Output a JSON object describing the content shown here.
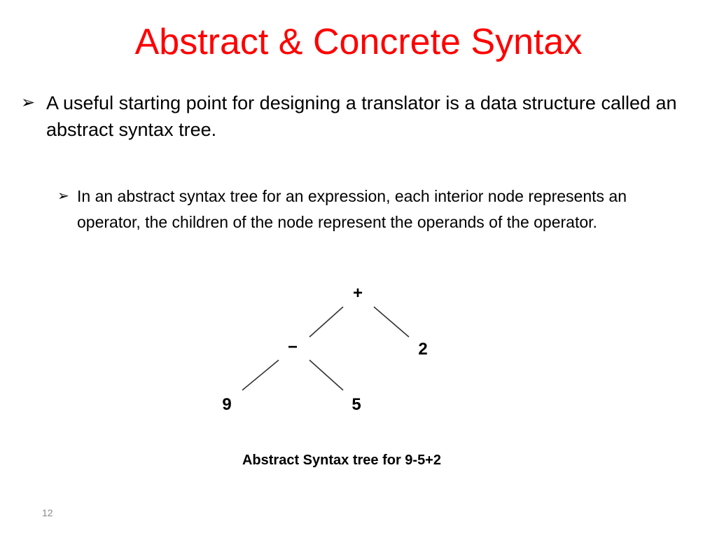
{
  "slide": {
    "title": "Abstract & Concrete Syntax",
    "bullets": [
      {
        "marker": "➢",
        "text": "A useful starting point for designing a translator is a data structure called an abstract syntax tree."
      },
      {
        "marker": "➢",
        "text": "In an abstract syntax tree for an expression, each interior node represents an operator, the children of the node represent the operands of the operator."
      }
    ],
    "tree": {
      "nodes": {
        "root": "+",
        "minus": "−",
        "right_leaf": "2",
        "left_leaf": "9",
        "mid_leaf": "5"
      }
    },
    "caption": "Abstract Syntax tree for 9-5+2",
    "page_number": "12"
  },
  "colors": {
    "title": "#ff0000",
    "text": "#000000",
    "page_number": "#8a8a8a"
  }
}
